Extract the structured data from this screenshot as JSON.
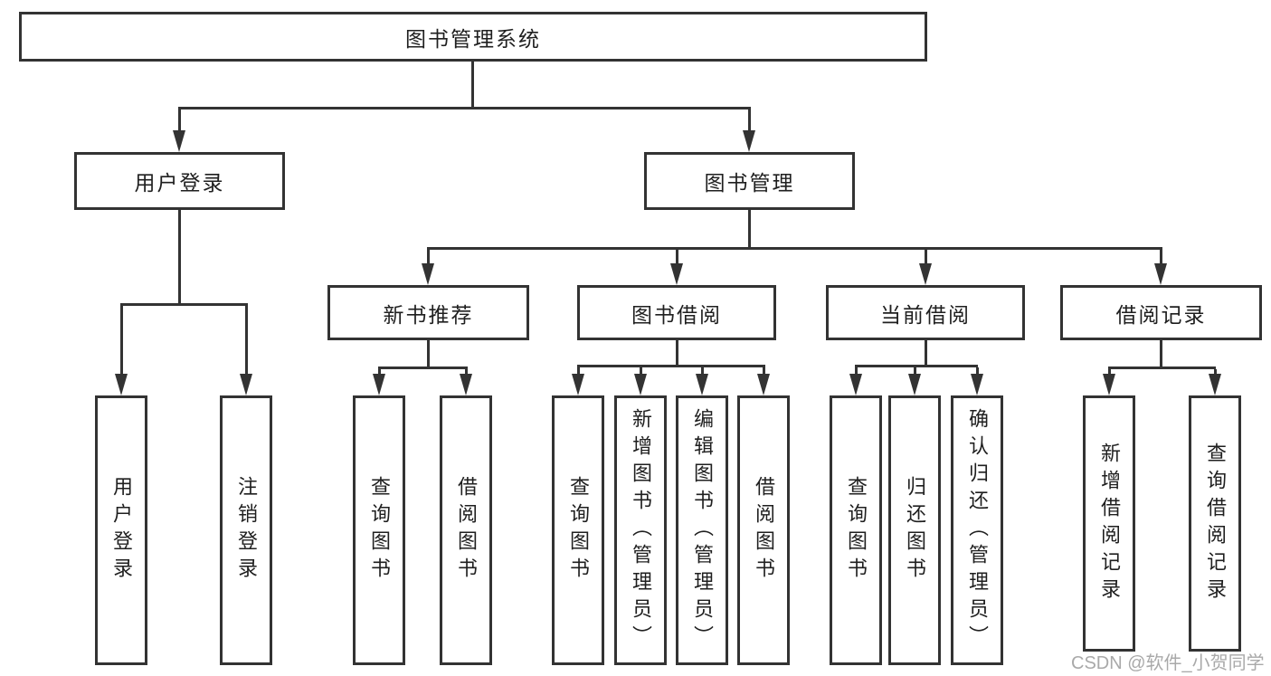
{
  "diagram_title": "图书管理系统",
  "nodes": {
    "root": {
      "label": "图书管理系统"
    },
    "level2": {
      "user_login": {
        "label": "用户登录"
      },
      "book_management": {
        "label": "图书管理"
      }
    },
    "level3": {
      "new_book_recommend": {
        "label": "新书推荐"
      },
      "book_borrowing": {
        "label": "图书借阅"
      },
      "current_borrowing": {
        "label": "当前借阅"
      },
      "borrowing_records": {
        "label": "借阅记录"
      }
    },
    "leaves": {
      "user_login": {
        "label": "用户登录"
      },
      "logout": {
        "label": "注销登录"
      },
      "query_books_recommend": {
        "label": "查询图书"
      },
      "borrow_books_recommend": {
        "label": "借阅图书"
      },
      "query_books_borrowing": {
        "label": "查询图书"
      },
      "add_books_admin": {
        "label": "新增图书（管理员）"
      },
      "edit_books_admin": {
        "label": "编辑图书（管理员）"
      },
      "borrow_books_borrowing": {
        "label": "借阅图书"
      },
      "query_books_current": {
        "label": "查询图书"
      },
      "return_books": {
        "label": "归还图书"
      },
      "confirm_return_admin": {
        "label": "确认归还（管理员）"
      },
      "add_borrow_record": {
        "label": "新增借阅记录"
      },
      "query_borrow_record": {
        "label": "查询借阅记录"
      }
    }
  },
  "watermark": {
    "text": "CSDN @软件_小贺同学"
  },
  "colors": {
    "line": "#333333",
    "text": "#1f1f1f",
    "watermark": "#a9a9a9",
    "background": "#ffffff"
  }
}
